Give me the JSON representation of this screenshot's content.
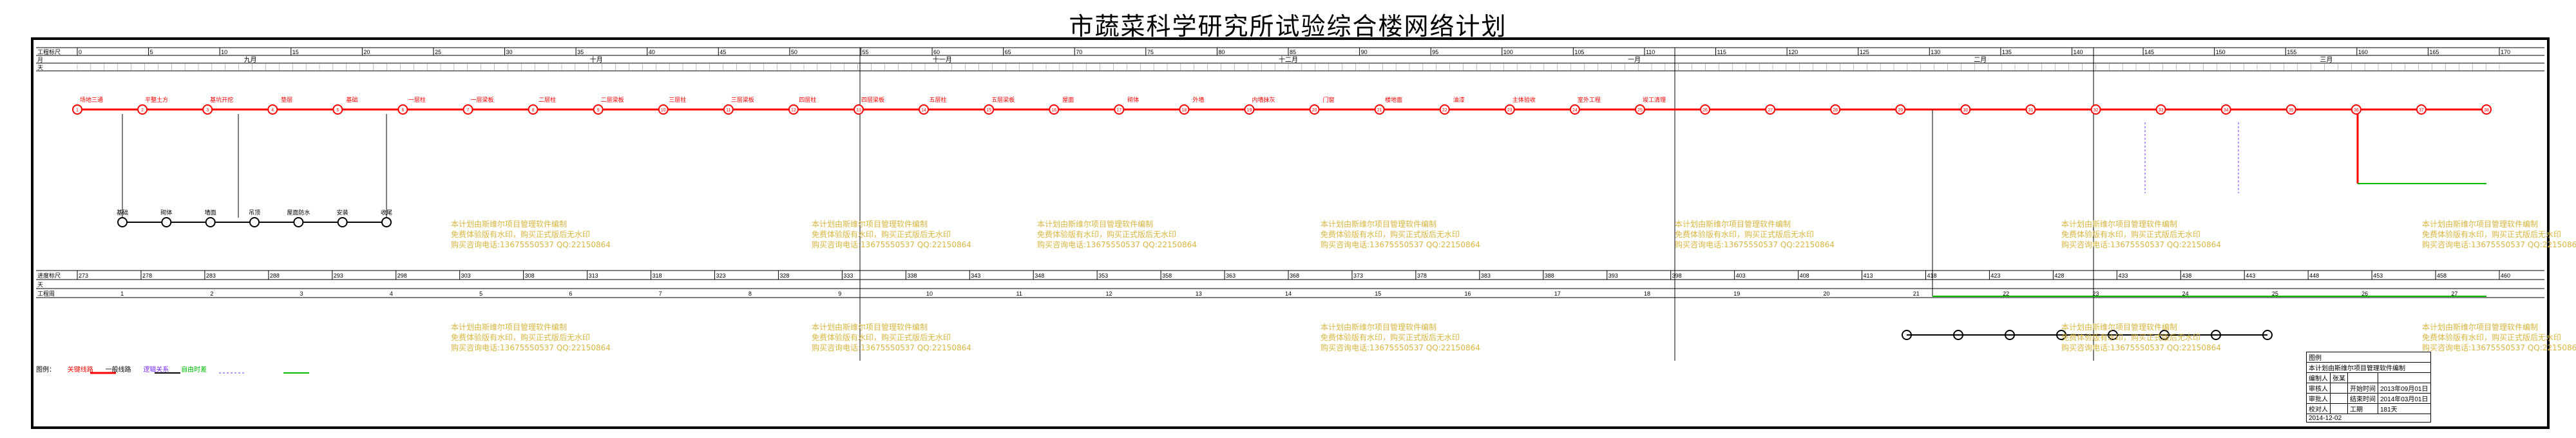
{
  "title": "市蔬菜科学研究所试验综合楼网络计划",
  "labels": {
    "period_row_top": "工程标尺",
    "month_row": "月",
    "day_row": "天",
    "period_row_bottom": "进度标尺",
    "month_row_bottom": "天",
    "week_row": "工程周"
  },
  "months": [
    "九月",
    "十月",
    "十一月",
    "十二月",
    "一月",
    "二月",
    "三月"
  ],
  "top_scale_ticks": [
    "0",
    "5",
    "10",
    "15",
    "20",
    "25",
    "30",
    "35",
    "40",
    "45",
    "50",
    "55",
    "60",
    "65",
    "70",
    "75",
    "80",
    "85",
    "90",
    "95",
    "100",
    "105",
    "110",
    "115",
    "120",
    "125",
    "130",
    "135",
    "140",
    "145",
    "150",
    "155",
    "160",
    "165",
    "170"
  ],
  "bottom_scale_ticks": [
    "273",
    "278",
    "283",
    "288",
    "293",
    "298",
    "303",
    "308",
    "313",
    "318",
    "323",
    "328",
    "333",
    "338",
    "343",
    "348",
    "353",
    "358",
    "363",
    "368",
    "373",
    "378",
    "383",
    "388",
    "393",
    "398",
    "403",
    "408",
    "413",
    "418",
    "423",
    "428",
    "433",
    "438",
    "443",
    "448",
    "453",
    "458",
    "460"
  ],
  "week_numbers": [
    "1",
    "2",
    "3",
    "4",
    "5",
    "6",
    "7",
    "8",
    "9",
    "10",
    "11",
    "12",
    "13",
    "14",
    "15",
    "16",
    "17",
    "18",
    "19",
    "20",
    "21",
    "22",
    "23",
    "24",
    "25",
    "26",
    "27"
  ],
  "tasks_top": [
    "场地三通",
    "平整土方",
    "基坑开挖",
    "垫层",
    "基础",
    "一层柱",
    "一层梁板",
    "二层柱",
    "二层梁板",
    "三层柱",
    "三层梁板",
    "四层柱",
    "四层梁板",
    "五层柱",
    "五层梁板",
    "屋面",
    "砌体",
    "外墙",
    "内墙抹灰",
    "门窗",
    "楼地面",
    "油漆",
    "主体验收",
    "室外工程",
    "竣工清理"
  ],
  "tasks_mid": [
    "基础",
    "砌体",
    "墙面",
    "吊顶",
    "屋面防水",
    "安装",
    "收尾"
  ],
  "watermark_lines": [
    "本计划由斯维尔项目管理软件编制",
    "免费体验版有水印，购买正式版后无水印",
    "购买咨询电话:13675550537 QQ:22150864"
  ],
  "legend": {
    "label": "图例：",
    "critical": "关键线路",
    "normal": "一般线路",
    "logic": "逻辑关系",
    "free": "自由时差"
  },
  "info_table": {
    "header": "图例",
    "project": "本计划由斯维尔项目管理软件编制",
    "rows": [
      [
        "编制人",
        "张某",
        "",
        ""
      ],
      [
        "审核人",
        "",
        "开始时间",
        "2013年09月01日"
      ],
      [
        "审批人",
        "",
        "结束时间",
        "2014年03月01日"
      ],
      [
        "校对人",
        "",
        "工期",
        "181天"
      ]
    ],
    "date": "2014-12-02"
  },
  "colors": {
    "critical": "#ff0000",
    "normal": "#000000",
    "free": "#00bb00",
    "logic": "#7a28ff",
    "watermark": "#d8b640"
  }
}
